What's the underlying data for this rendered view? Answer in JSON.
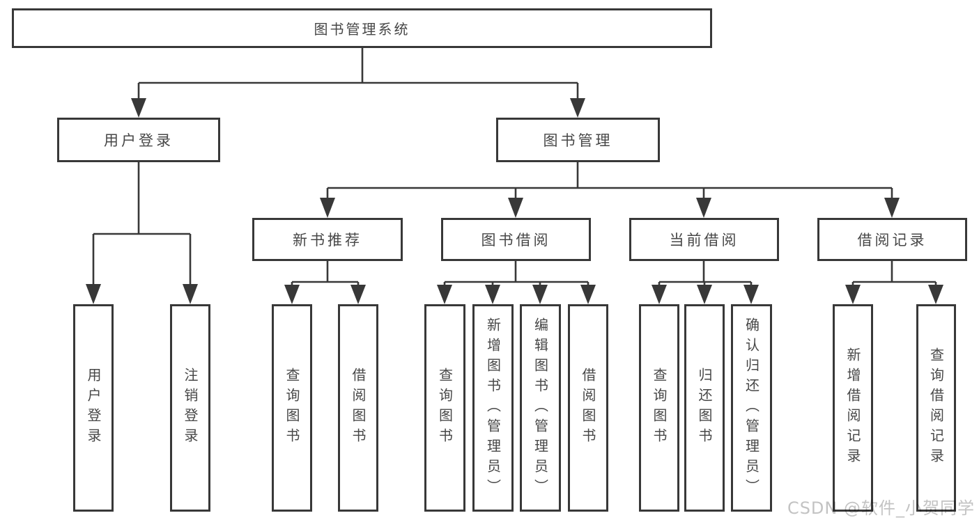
{
  "diagram_title": "图书管理系统",
  "tree": {
    "root": {
      "label": "图书管理系统"
    },
    "branches": [
      {
        "label": "用户登录",
        "children": [
          {
            "label": "用户登录"
          },
          {
            "label": "注销登录"
          }
        ]
      },
      {
        "label": "图书管理",
        "children": [
          {
            "label": "新书推荐",
            "children": [
              {
                "label": "查询图书"
              },
              {
                "label": "借阅图书"
              }
            ]
          },
          {
            "label": "图书借阅",
            "children": [
              {
                "label": "查询图书"
              },
              {
                "label": "新增图书（管理员）"
              },
              {
                "label": "编辑图书（管理员）"
              },
              {
                "label": "借阅图书"
              }
            ]
          },
          {
            "label": "当前借阅",
            "children": [
              {
                "label": "查询图书"
              },
              {
                "label": "归还图书"
              },
              {
                "label": "确认归还（管理员）"
              }
            ]
          },
          {
            "label": "借阅记录",
            "children": [
              {
                "label": "新增借阅记录"
              },
              {
                "label": "查询借阅记录"
              }
            ]
          }
        ]
      }
    ]
  },
  "watermark": {
    "text": "CSDN @软件_小贺同学"
  },
  "colors": {
    "line": "#383838",
    "box_border": "#383838",
    "text": "#474747",
    "watermark": "#c3c3c3",
    "background": "#ffffff"
  }
}
